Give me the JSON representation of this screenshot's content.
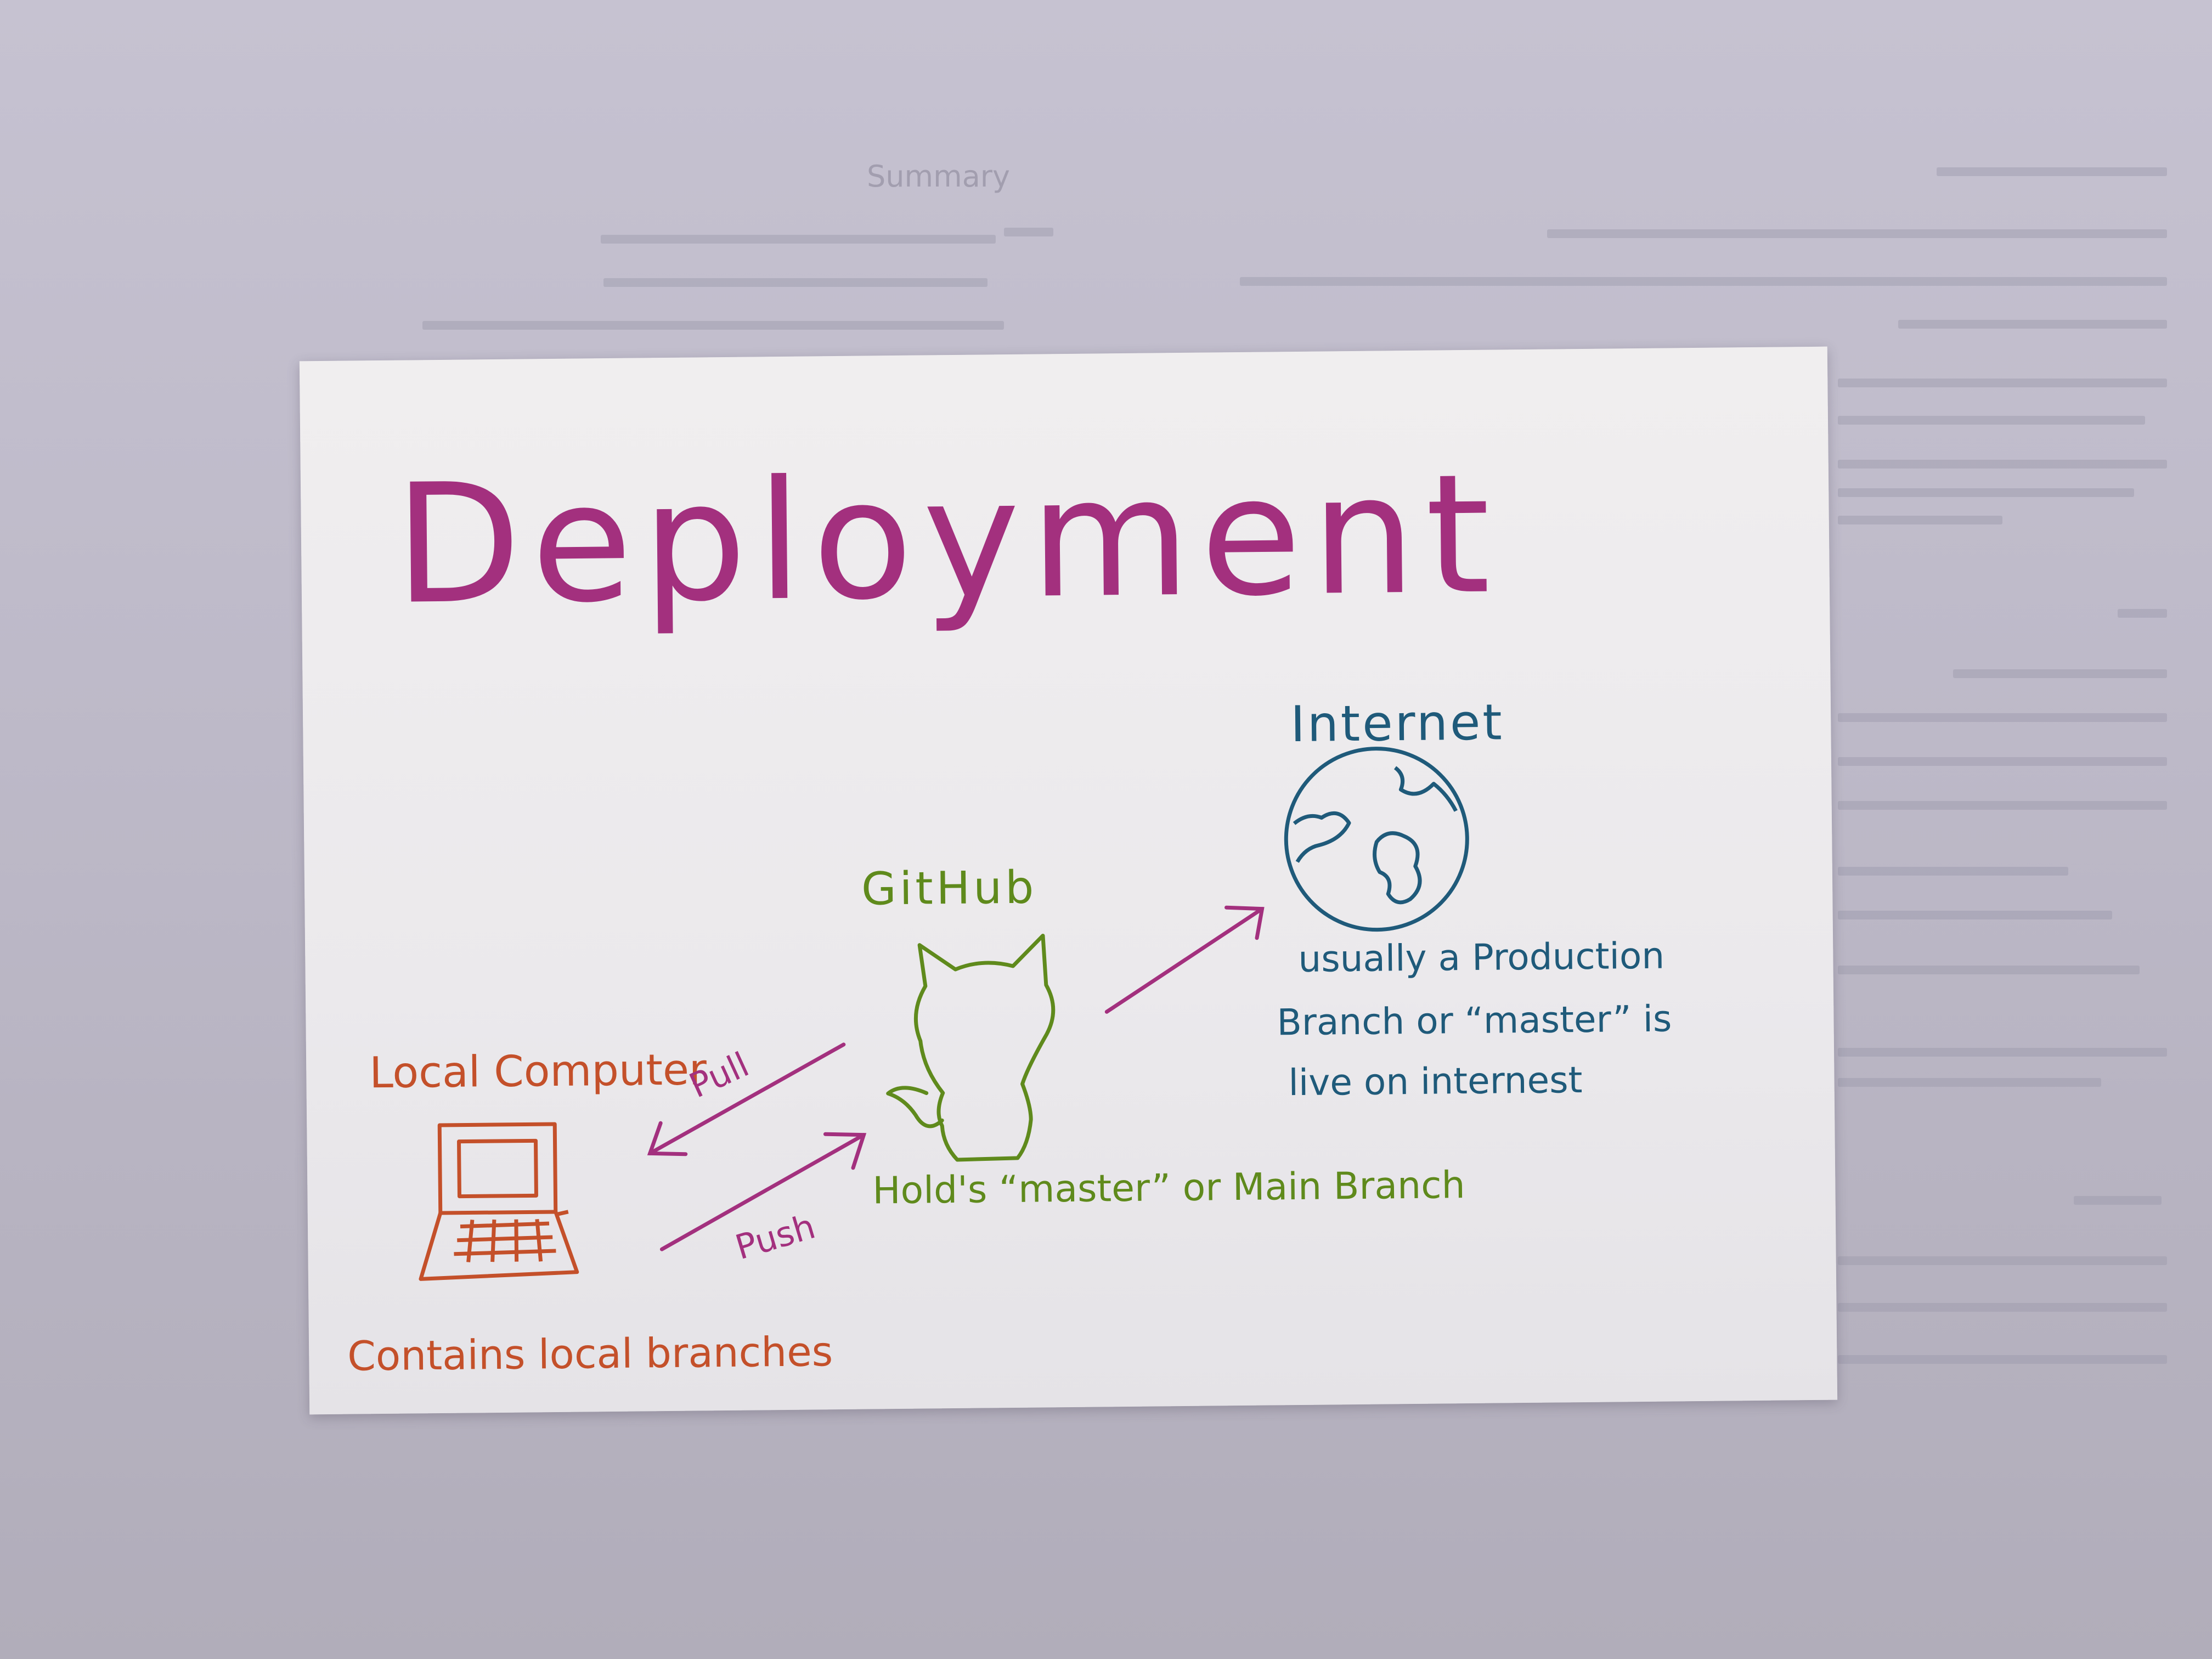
{
  "background": {
    "color": "#bfbbca",
    "summary_title": "Summary"
  },
  "card": {
    "title": "Deployment",
    "nodes": {
      "local": {
        "label": "Local Computer",
        "caption": "Contains local branches",
        "color": "#c4502a",
        "icon": "laptop-icon"
      },
      "github": {
        "label": "GitHub",
        "caption": "Hold's “master” or Main Branch",
        "color": "#5f8a1c",
        "icon": "octocat-icon"
      },
      "internet": {
        "label": "Internet",
        "caption_line1": "usually a Production",
        "caption_line2": "Branch or “master” is",
        "caption_line3": "live on internest",
        "color": "#1f5a7a",
        "icon": "globe-icon"
      }
    },
    "arrows": {
      "pull_label": "Pull",
      "push_label": "Push",
      "color": "#a3307e"
    },
    "title_color": "#a3307e"
  }
}
